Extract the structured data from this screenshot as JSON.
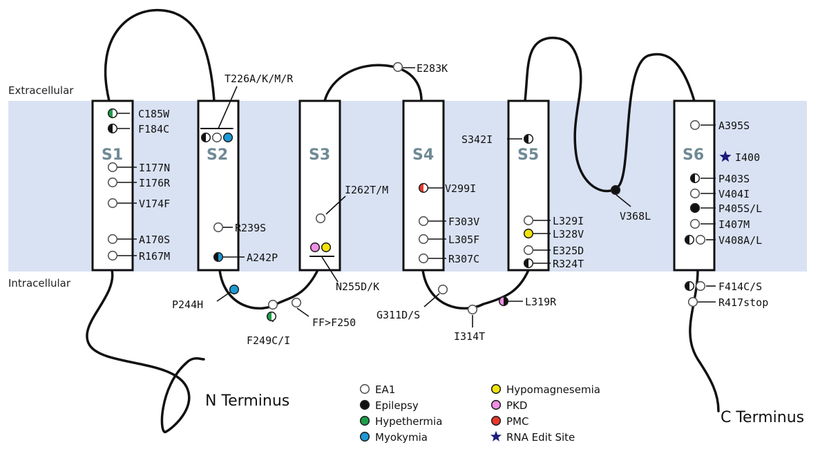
{
  "regions": {
    "extracellular": "Extracellular",
    "intracellular": "Intracellular"
  },
  "segments": [
    "S1",
    "S2",
    "S3",
    "S4",
    "S5",
    "S6"
  ],
  "termini": {
    "n": "N Terminus",
    "c": "C Terminus"
  },
  "colors": {
    "membrane": "#d9e2f3",
    "EA1": "#ffffff",
    "Epilepsy": "#111111",
    "Hypethermia": "#1e9e4a",
    "Myokymia": "#1a9ad6",
    "Hypomagnesemia": "#f2e30c",
    "PKD": "#f08ee6",
    "PMC": "#e8382b"
  },
  "mutations": {
    "C185W": "C185W",
    "F184C": "F184C",
    "I177N": "I177N",
    "I176R": "I176R",
    "V174F": "V174F",
    "A170S": "A170S",
    "R167M": "R167M",
    "T226": "T226A/K/M/R",
    "R239S": "R239S",
    "A242P": "A242P",
    "P244H": "P244H",
    "F249": "F249C/I",
    "FF250": "FF>F250",
    "I262": "I262T/M",
    "N255": "N255D/K",
    "E283K": "E283K",
    "V299I": "V299I",
    "F303V": "F303V",
    "L305F": "L305F",
    "R307C": "R307C",
    "G311": "G311D/S",
    "I314T": "I314T",
    "L319R": "L319R",
    "S342I": "S342I",
    "L329I": "L329I",
    "L328V": "L328V",
    "E325D": "E325D",
    "R324T": "R324T",
    "V368L": "V368L",
    "A395S": "A395S",
    "I400": "I400",
    "P403S": "P403S",
    "V404I": "V404I",
    "P405": "P405S/L",
    "I407M": "I407M",
    "V408": "V408A/L",
    "F414": "F414C/S",
    "R417": "R417stop"
  },
  "legend": [
    {
      "key": "EA1",
      "label": "EA1",
      "icon": "open-circle"
    },
    {
      "key": "Epilepsy",
      "label": "Epilepsy",
      "icon": "filled-circle"
    },
    {
      "key": "Hypethermia",
      "label": "Hypethermia",
      "icon": "filled-circle"
    },
    {
      "key": "Myokymia",
      "label": "Myokymia",
      "icon": "filled-circle"
    },
    {
      "key": "Hypomagnesemia",
      "label": "Hypomagnesemia",
      "icon": "filled-circle"
    },
    {
      "key": "PKD",
      "label": "PKD",
      "icon": "filled-circle"
    },
    {
      "key": "PMC",
      "label": "PMC",
      "icon": "filled-circle"
    },
    {
      "key": "RNA",
      "label": "RNA Edit Site",
      "icon": "star-icon"
    }
  ]
}
